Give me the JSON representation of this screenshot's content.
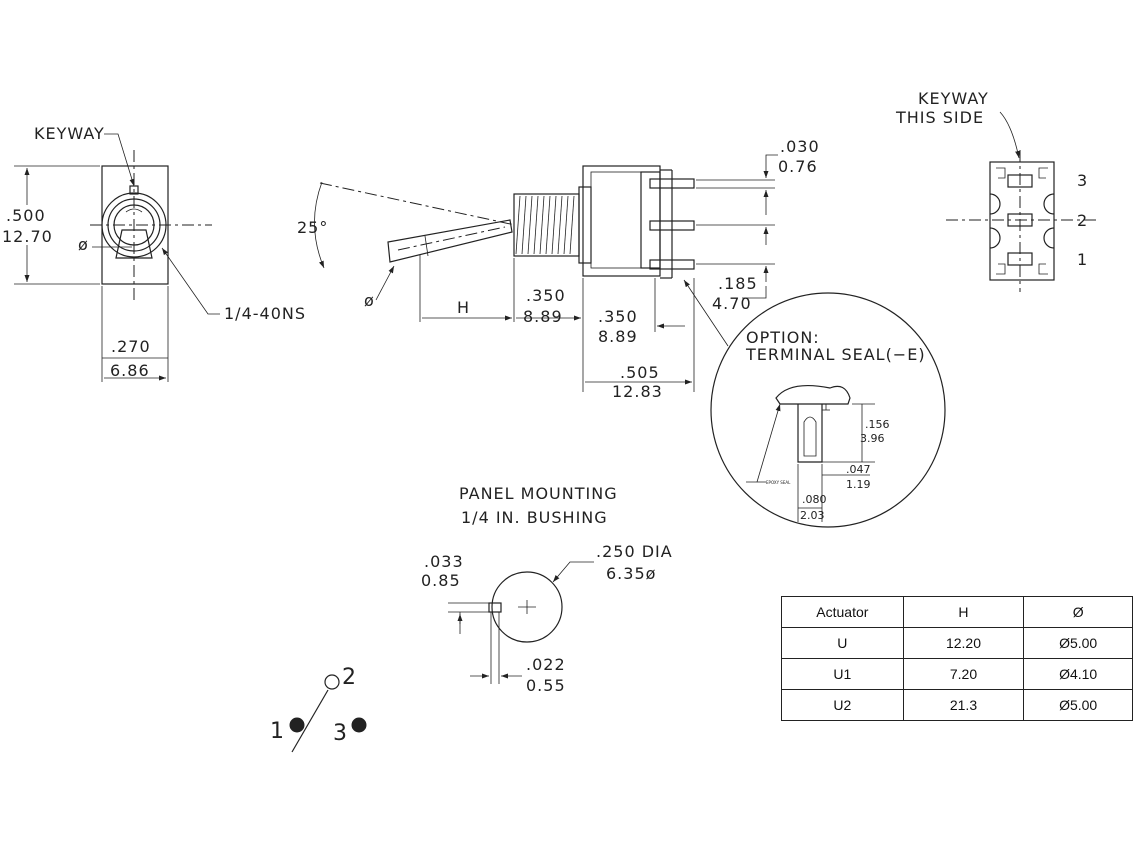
{
  "front_view": {
    "keyway": "KEYWAY",
    "height_in": ".500",
    "height_mm": "12.70",
    "diameter_symbol": "ø",
    "thread": "1/4-40NS",
    "width_in": ".270",
    "width_mm": "6.86"
  },
  "side_view": {
    "angle": "25°",
    "diameter_symbol": "ø",
    "h_label": "H",
    "bushing_in": ".350",
    "bushing_mm": "8.89",
    "case_in": ".350",
    "case_mm": "8.89",
    "overall_in": ".505",
    "overall_mm": "12.83",
    "terminal_in": ".030",
    "terminal_mm": "0.76",
    "spacing_in": ".185",
    "spacing_mm": "4.70"
  },
  "terminal_seal": {
    "title_line1": "OPTION:",
    "title_line2": "TERMINAL SEAL(−E)",
    "height_in": ".156",
    "height_mm": "3.96",
    "thick_in": ".047",
    "thick_mm": "1.19",
    "width_in": ".080",
    "width_mm": "2.03",
    "epoxy": "EPOXY SEAL"
  },
  "rear_view": {
    "keyway_line1": "KEYWAY",
    "keyway_line2": "THIS SIDE",
    "pins": [
      "3",
      "2",
      "1"
    ]
  },
  "panel": {
    "title_line1": "PANEL MOUNTING",
    "title_line2": "1/4 IN. BUSHING",
    "key_in": ".033",
    "key_mm": "0.85",
    "dia_in": ".250 DIA",
    "dia_mm": "6.35ø",
    "slot_in": ".022",
    "slot_mm": "0.55"
  },
  "schematic": {
    "labels": [
      "1",
      "2",
      "3"
    ]
  },
  "table": {
    "headers": [
      "Actuator",
      "H",
      "Ø"
    ],
    "rows": [
      [
        "U",
        "12.20",
        "Ø5.00"
      ],
      [
        "U1",
        "7.20",
        "Ø4.10"
      ],
      [
        "U2",
        "21.3",
        "Ø5.00"
      ]
    ]
  }
}
